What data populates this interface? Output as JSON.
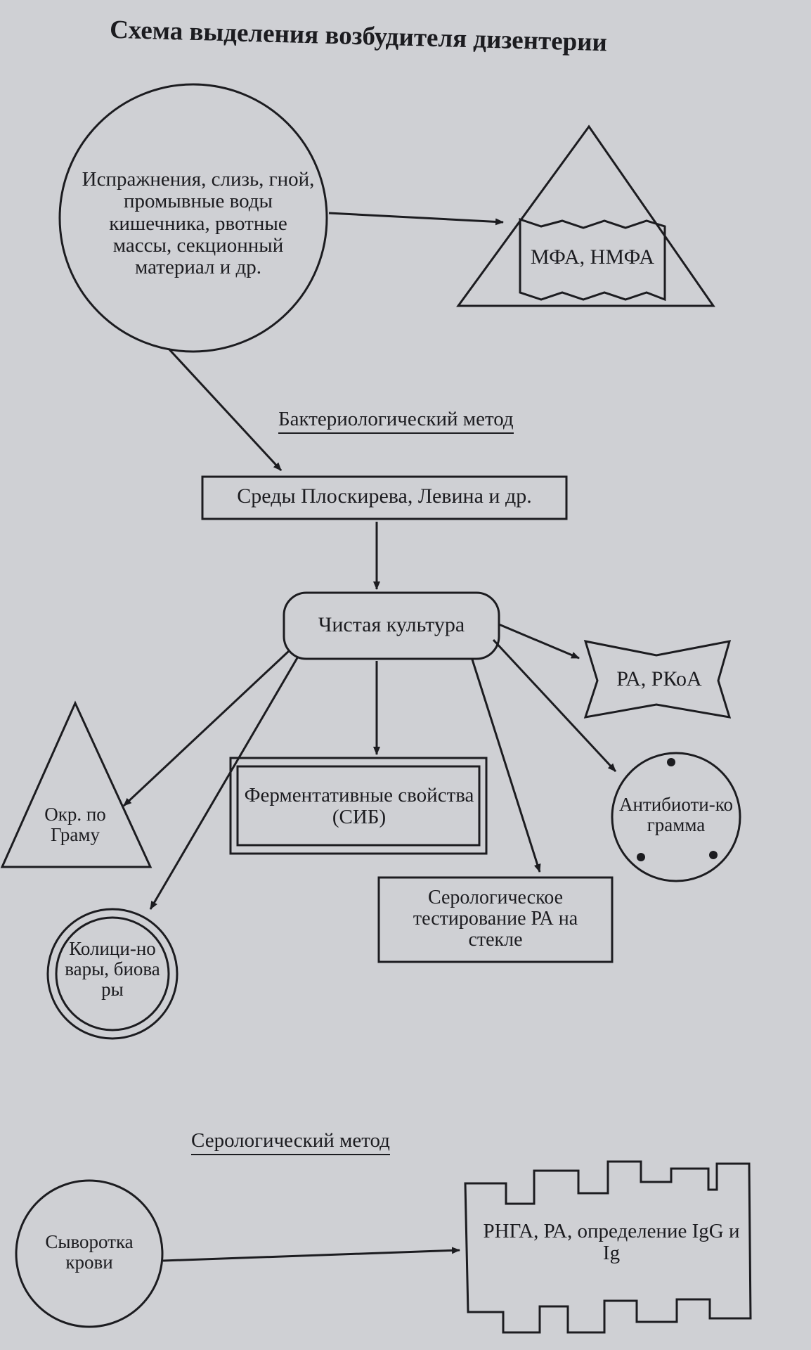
{
  "title": "Схема выделения возбудителя дизентерии",
  "methods": {
    "bacteriological": "Бактериологический метод",
    "serological": "Серологический метод"
  },
  "nodes": {
    "specimen": "Испражнения, слизь, гной, промывные воды кишечника, рвотные массы, секционный материал и др.",
    "mfa": "МФА, НМФА",
    "media": "Среды Плоскирева, Левина и др.",
    "pure_culture": "Чистая культура",
    "ra_rkoa": "РА, РКоА",
    "antibiogram": "Антибиоти-кограмма",
    "gram": "Окр. по Граму",
    "enzymatic": "Ферментативные свойства (СИБ)",
    "serotesting": "Серологическое тестирование РА на стекле",
    "colicinovars": "Колици-новары, биовары",
    "serum": "Сыворотка крови",
    "rnga": "РНГА, РА, определение IgG и Ig"
  }
}
